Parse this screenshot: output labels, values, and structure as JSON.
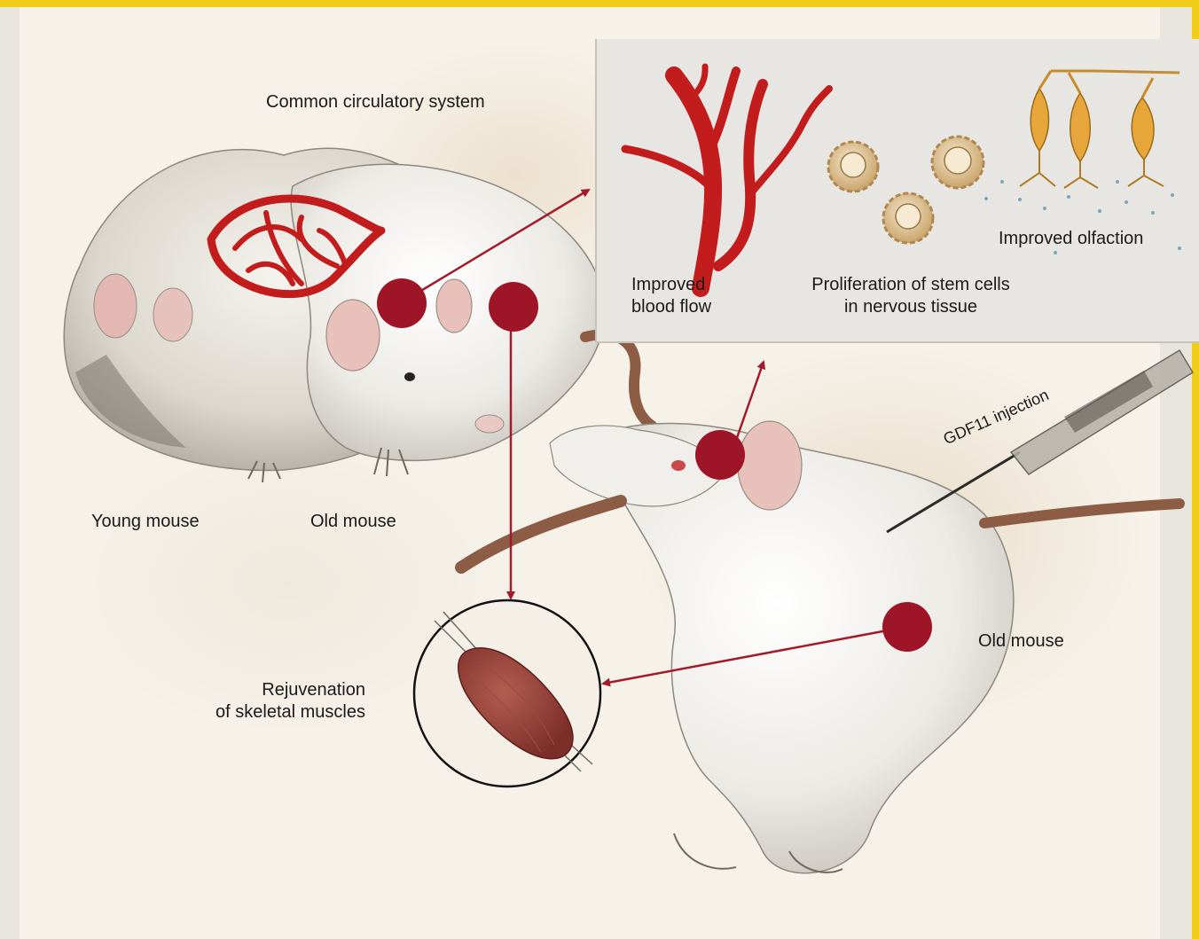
{
  "labels": {
    "common_circulatory_system": "Common circulatory system",
    "young_mouse": "Young mouse",
    "old_mouse_left": "Old mouse",
    "old_mouse_right": "Old mouse",
    "improved_blood_flow": "Improved\nblood flow",
    "stem_cells": "Proliferation of stem cells\nin nervous tissue",
    "improved_olfaction": "Improved olfaction",
    "gdf11_injection": "GDF11 injection",
    "rejuvenation": "Rejuvenation\nof skeletal muscles"
  },
  "colors": {
    "marker": "#9e1528",
    "arrow": "#a31a2a",
    "vessel": "#c21c1c",
    "accent_border": "#f0cd1a",
    "inset_panel": "#e8e6e2"
  }
}
